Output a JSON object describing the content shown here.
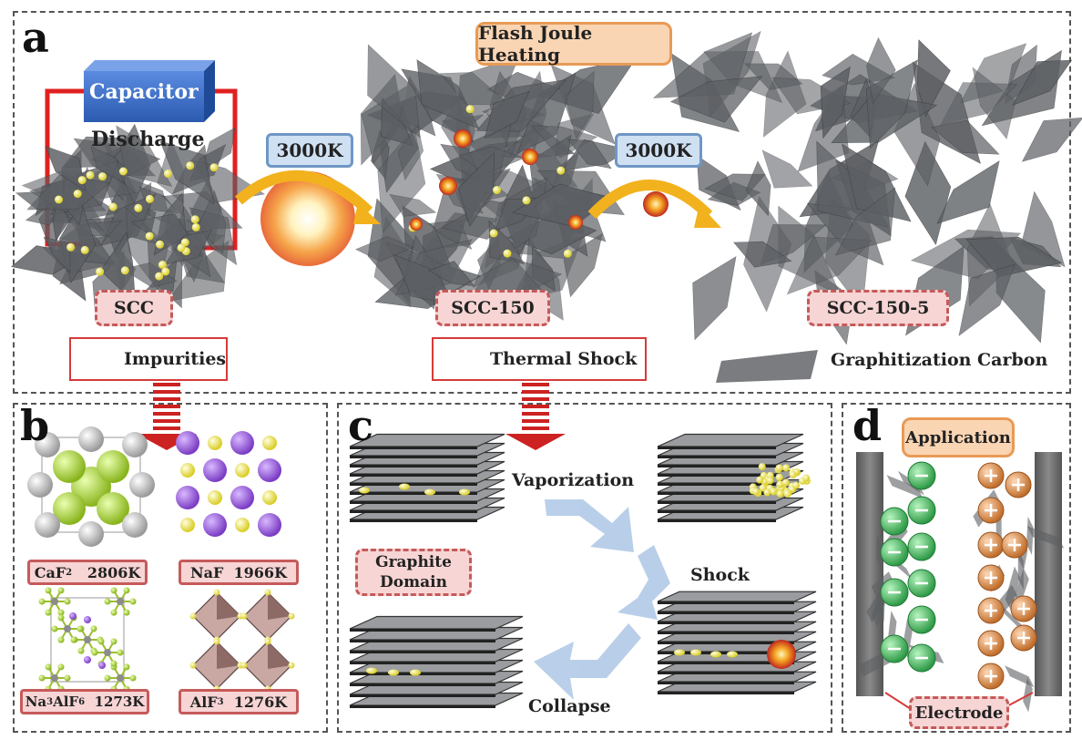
{
  "panels": {
    "a": {
      "label": "a",
      "title": "Flash Joule Heating",
      "capacitor": "Capacitor",
      "discharge": "Discharge",
      "temp_1": "3000K",
      "temp_2": "3000K",
      "stages": [
        "SCC",
        "SCC-150",
        "SCC-150-5"
      ],
      "legend": {
        "impurities": "Impurities",
        "thermal_shock": "Thermal Shock",
        "graphitization": "Graphitization Carbon"
      }
    },
    "b": {
      "label": "b",
      "compounds": [
        {
          "name": "CaF",
          "sub": "2",
          "rest": "",
          "temp": "2806K"
        },
        {
          "name": "NaF",
          "sub": "",
          "rest": "",
          "temp": "1966K"
        },
        {
          "name": "Na",
          "sub": "3",
          "rest": "AlF",
          "sub2": "6",
          "temp": "1273K"
        },
        {
          "name": "AlF",
          "sub": "3",
          "rest": "",
          "temp": "1276K"
        }
      ]
    },
    "c": {
      "label": "c",
      "domain_line1": "Graphite",
      "domain_line2": "Domain",
      "steps": {
        "vaporization": "Vaporization",
        "shock": "Shock",
        "collapse": "Collapse"
      }
    },
    "d": {
      "label": "d",
      "title": "Application",
      "electrode": "Electrode"
    }
  },
  "colors": {
    "sheet": "#5c5f63",
    "impurity": "#f3ea55",
    "arrow_gold": "#f2b21e",
    "arrow_red": "#cc2222",
    "arrow_blue": "#b6cce8",
    "anion": "#4cc46a",
    "cation": "#e09a5a",
    "capacitor": "#3b6fc7",
    "circuit": "#e02020"
  }
}
